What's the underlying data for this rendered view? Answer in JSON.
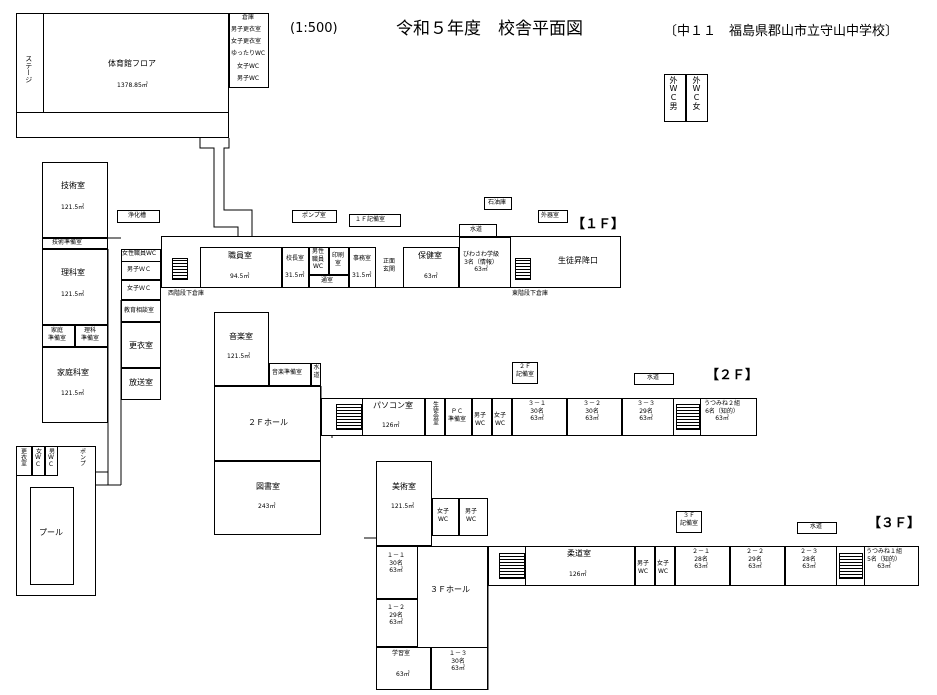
{
  "header": {
    "scale": "(1:500)",
    "title": "令和５年度　校舎平面図",
    "school": "〔中１１　福島県郡山市立守山中学校〕"
  },
  "floors": {
    "f1": "【１Ｆ】",
    "f2": "【２Ｆ】",
    "f3": "【３Ｆ】"
  },
  "rooms": {
    "gym_floor": "体育館フロア",
    "gym_area": "1378.85㎡",
    "stage": "ステージ",
    "gym_storage": "倉庫",
    "boys_changing": "男子更衣室",
    "girls_changing": "女子更衣室",
    "yuttari_wc": "ゆったりWC",
    "girls_wc": "女子WC",
    "boys_wc": "男子WC",
    "outer_wc_m": "外WC男",
    "outer_wc_f": "外WC女",
    "tech": "技術室",
    "tech_area": "121.5㎡",
    "purifier": "浄化槽",
    "pump": "ポンプ室",
    "f1_storage": "１Ｆ記備室",
    "kiri": "石油庫",
    "water1": "水道",
    "outdoor_eq": "外器室",
    "tech_prep": "技術準備室",
    "science": "理科室",
    "science_area": "121.5㎡",
    "home_prep": "家庭\n準備室",
    "sci_prep": "理科\n準備室",
    "home_ec": "家庭科室",
    "home_ec_area": "121.5㎡",
    "staff_wc": "女性職員WC",
    "boys_wc1": "男子ＷＣ",
    "girls_wc1": "女子ＷＣ",
    "edu_consult": "教育相談室",
    "changing": "更衣室",
    "broadcast": "放送室",
    "staff_room": "職員室",
    "staff_area": "94.5㎡",
    "principal": "校長室",
    "principal_area": "31.5㎡",
    "male_staff": "男性\n職員\nWC",
    "print": "印刷\n室",
    "office": "事務室",
    "office_area": "31.5㎡",
    "hall_entry": "正面\n玄関",
    "nurse": "保健室",
    "nurse_area": "63㎡",
    "biwa": "びわさわ学級\n3名（情報）\n63㎡",
    "student_entry": "生徒昇降口",
    "storage_b": "通室",
    "west_stair": "西階段下倉庫",
    "east_stair": "東階段下倉庫",
    "music": "音楽室",
    "music_area": "121.5㎡",
    "music_prep": "音楽準備室",
    "water_s": "水道",
    "hall2": "２Ｆホール",
    "library": "図書室",
    "library_area": "243㎡",
    "pc": "パソコン室",
    "pc_area": "126㎡",
    "council": "生徒会室",
    "pc_prep": "ＰＣ\n準備室",
    "boys_wc2": "男子\nWC",
    "girls_wc2": "女子\nWC",
    "c3_1": "３－１\n30名\n63㎡",
    "c3_2": "３－２\n30名\n63㎡",
    "c3_3": "３－３\n29名\n63㎡",
    "utsumine2": "うつみね２組\n6名（知的）\n63㎡",
    "f2_storage": "２Ｆ\n記備室",
    "water2": "水道",
    "art": "美術室",
    "art_area": "121.5㎡",
    "girls_wc3": "女子\nWC",
    "boys_wc3": "男子\nWC",
    "c1_1": "１－１\n30名\n63㎡",
    "c1_2": "１－２\n29名\n63㎡",
    "learning": "学習室",
    "learning_area": "63㎡",
    "c1_3": "１－３\n30名\n63㎡",
    "hall3": "３Ｆホール",
    "judo": "柔道室",
    "judo_area": "126㎡",
    "boys_wc4": "男子\nWC",
    "girls_wc4": "女子\nWC",
    "c2_1": "２－１\n28名\n63㎡",
    "c2_2": "２－２\n29名\n63㎡",
    "c2_3": "２－３\n28名\n63㎡",
    "utsumine1": "うつみね１組\n5名（知的）\n63㎡",
    "f3_storage": "３Ｆ\n記備室",
    "water3": "水道",
    "pool_eq": "更衣室",
    "pool_wc_f": "女WC",
    "pool_wc_m": "男WC",
    "pool_pump": "ポンプ",
    "pool": "プール"
  }
}
